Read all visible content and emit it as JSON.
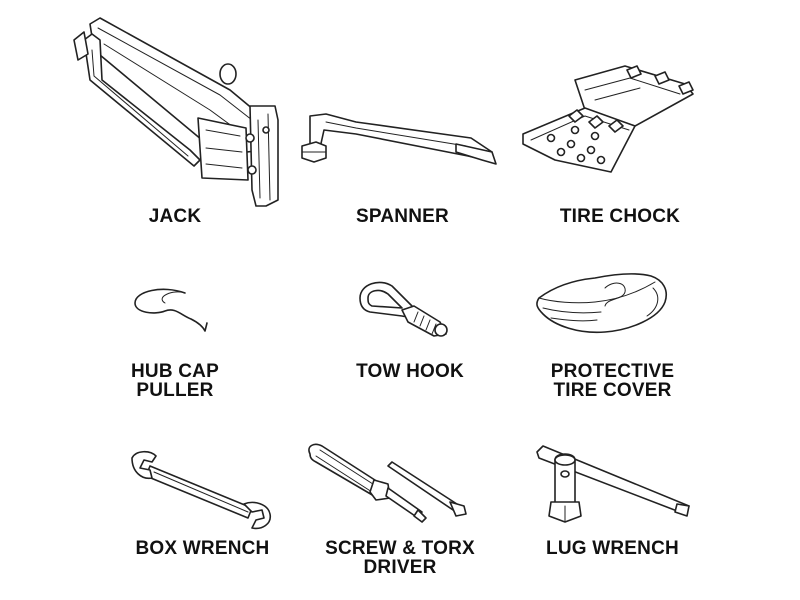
{
  "items": [
    {
      "id": "jack",
      "icon": "jack-icon",
      "lines": [
        "JACK"
      ]
    },
    {
      "id": "spanner",
      "icon": "spanner-icon",
      "lines": [
        "SPANNER"
      ]
    },
    {
      "id": "tire-chock",
      "icon": "tire-chock-icon",
      "lines": [
        "TIRE CHOCK"
      ]
    },
    {
      "id": "hub-cap-puller",
      "icon": "hub-cap-puller-icon",
      "lines": [
        "HUB CAP",
        "PULLER"
      ]
    },
    {
      "id": "tow-hook",
      "icon": "tow-hook-icon",
      "lines": [
        "TOW HOOK"
      ]
    },
    {
      "id": "protective-tire-cover",
      "icon": "tire-cover-icon",
      "lines": [
        "PROTECTIVE",
        "TIRE COVER"
      ]
    },
    {
      "id": "box-wrench",
      "icon": "box-wrench-icon",
      "lines": [
        "BOX WRENCH"
      ]
    },
    {
      "id": "screw-torx-driver",
      "icon": "screwdriver-icon",
      "lines": [
        "SCREW & TORX",
        "DRIVER"
      ]
    },
    {
      "id": "lug-wrench",
      "icon": "lug-wrench-icon",
      "lines": [
        "LUG WRENCH"
      ]
    }
  ]
}
